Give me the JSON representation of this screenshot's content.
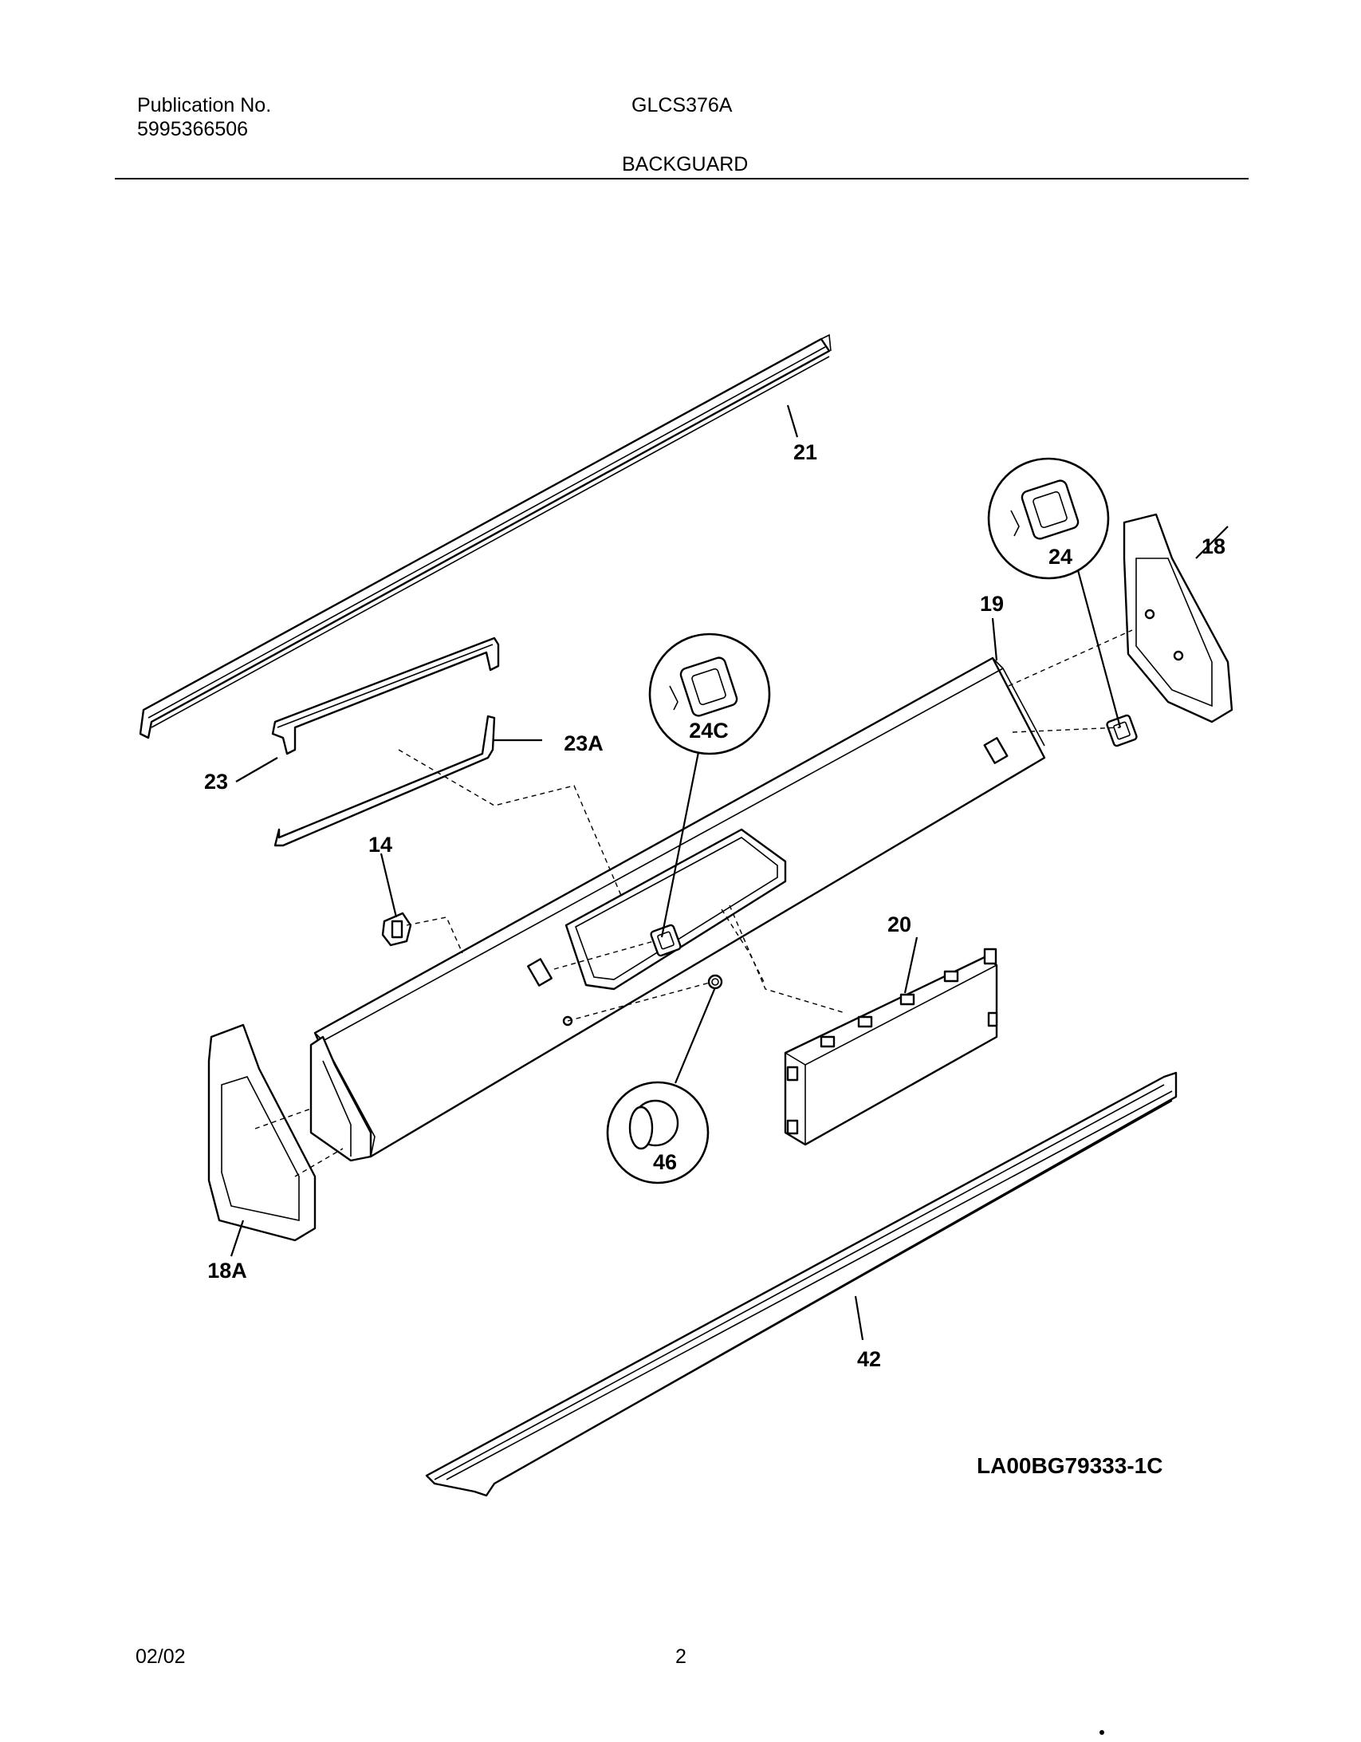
{
  "header": {
    "publication_label": "Publication No.",
    "publication_number": "5995366506",
    "model": "GLCS376A",
    "section": "BACKGUARD"
  },
  "diagram": {
    "callouts": {
      "p21": "21",
      "p18": "18",
      "p19": "19",
      "p24": "24",
      "p24c": "24C",
      "p23": "23",
      "p23a": "23A",
      "p14": "14",
      "p20": "20",
      "p46": "46",
      "p18a": "18A",
      "p42": "42"
    },
    "drawing_code": "LA00BG79333-1C"
  },
  "footer": {
    "date": "02/02",
    "page": "2"
  }
}
